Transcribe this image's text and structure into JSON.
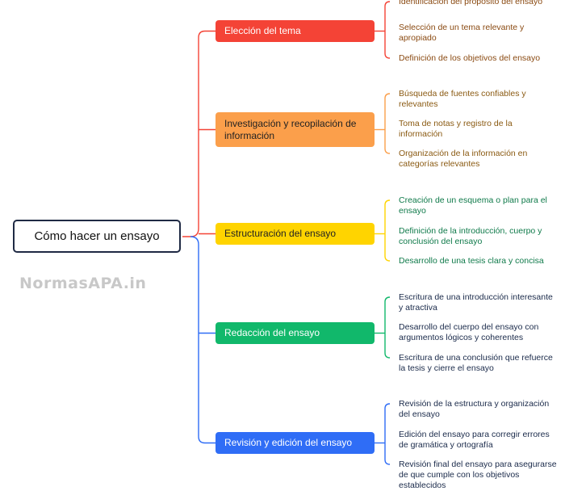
{
  "root": {
    "label": "Cómo hacer un ensayo"
  },
  "watermark": "NormasAPA.in",
  "branches": [
    {
      "label": "Elección del tema",
      "color": "#f44336",
      "text_color": "#ffffff",
      "sub_color": "#8a4a12",
      "items": [
        "Identificación del propósito del ensayo",
        "Selección de un tema relevante y apropiado",
        "Definición de los objetivos del ensayo"
      ]
    },
    {
      "label": "Investigación y recopilación de información",
      "color": "#fb9f4b",
      "text_color": "#222222",
      "sub_color": "#8a5a12",
      "items": [
        "Búsqueda de fuentes confiables y relevantes",
        "Toma de notas y registro de la información",
        "Organización de la información en categorías relevantes"
      ]
    },
    {
      "label": "Estructuración del ensayo",
      "color": "#ffd400",
      "text_color": "#222222",
      "sub_color": "#0f7a4a",
      "items": [
        "Creación de un esquema o plan para el ensayo",
        "Definición de la introducción, cuerpo y conclusión del ensayo",
        "Desarrollo de una tesis clara y concisa"
      ]
    },
    {
      "label": "Redacción del ensayo",
      "color": "#11b86b",
      "text_color": "#ffffff",
      "sub_color": "#1a2a4a",
      "items": [
        "Escritura de una introducción interesante y atractiva",
        "Desarrollo del cuerpo del ensayo con argumentos lógicos y coherentes",
        "Escritura de una conclusión que refuerce la tesis y cierre el ensayo"
      ]
    },
    {
      "label": "Revisión y edición del ensayo",
      "color": "#2f6df6",
      "text_color": "#ffffff",
      "sub_color": "#1a2a4a",
      "items": [
        "Revisión de la estructura y organización del ensayo",
        "Edición del ensayo para corregir errores de gramática y ortografía",
        "Revisión final del ensayo para asegurarse de que cumple con los objetivos establecidos"
      ]
    }
  ],
  "connector_colors": {
    "upper": "#f44336",
    "lower": "#2f6df6"
  }
}
